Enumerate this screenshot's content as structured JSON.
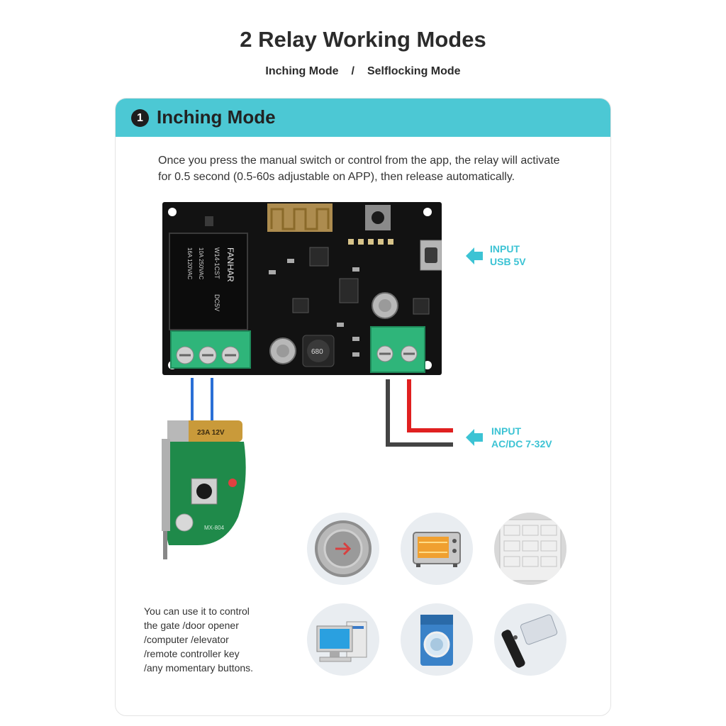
{
  "header": {
    "title": "2 Relay Working Modes",
    "mode_a": "Inching Mode",
    "separator": "/",
    "mode_b": "Selflocking Mode"
  },
  "section": {
    "badge": "1",
    "title": "Inching Mode",
    "description_line1": "Once you press the manual switch or control from the app, the relay will activate",
    "description_line2": "for 0.5 second (0.5-60s adjustable on APP), then release automatically."
  },
  "board": {
    "relay_brand": "FANHAR",
    "relay_model": "W14-1CST",
    "relay_voltage": "DC5V",
    "relay_rating_1": "10A 250VAC",
    "relay_rating_2": "16A 120VAC",
    "inductor_code": "680"
  },
  "inputs": {
    "usb_line1": "INPUT",
    "usb_line2": "USB 5V",
    "power_line1": "INPUT",
    "power_line2": "AC/DC 7-32V"
  },
  "remote": {
    "battery_label": "23A 12V",
    "model": "MX-804"
  },
  "note": {
    "line1": "You can use it to control",
    "line2": "the gate /door opener",
    "line3": "/computer /elevator",
    "line4": "/remote controller key",
    "line5": "/any momentary buttons."
  },
  "devices": [
    {
      "icon": "elevator-button-icon"
    },
    {
      "icon": "oven-icon"
    },
    {
      "icon": "garage-door-icon"
    },
    {
      "icon": "computer-icon"
    },
    {
      "icon": "washing-machine-icon"
    },
    {
      "icon": "remote-controls-icon"
    }
  ],
  "colors": {
    "accent": "#4cc8d4",
    "label_cyan": "#3cc3d4",
    "terminal_green": "#2fb57a",
    "wire_blue": "#2a6fd6",
    "wire_red": "#e02020"
  }
}
